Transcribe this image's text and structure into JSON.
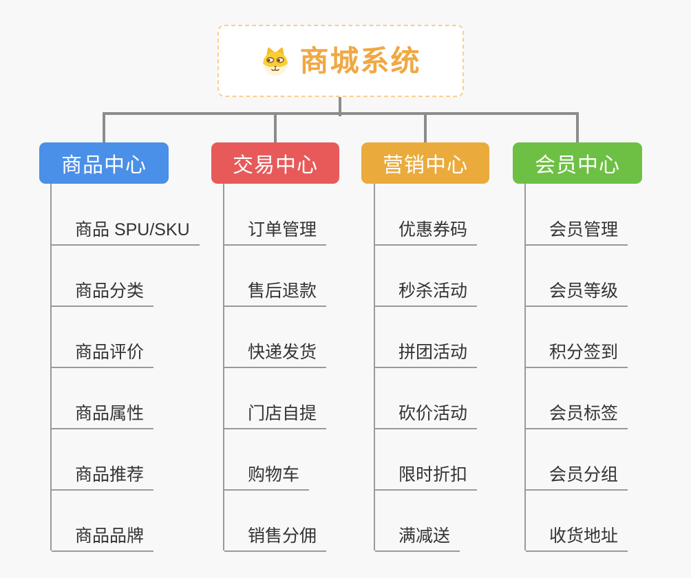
{
  "page": {
    "background": "#F8F8F8"
  },
  "root": {
    "title": "商城系统",
    "title_color": "#F0A843",
    "border_color": "#F7CF8F",
    "icon": "dog-face-icon"
  },
  "connectors": {
    "tree_line_color": "#8C8C8C",
    "leaf_line_color": "#999999"
  },
  "branches": [
    {
      "id": "product-center",
      "label": "商品中心",
      "color": "#4A8FE8",
      "items": [
        "商品 SPU/SKU",
        "商品分类",
        "商品评价",
        "商品属性",
        "商品推荐",
        "商品品牌"
      ]
    },
    {
      "id": "trade-center",
      "label": "交易中心",
      "color": "#E85A5A",
      "items": [
        "订单管理",
        "售后退款",
        "快递发货",
        "门店自提",
        "购物车",
        "销售分佣"
      ]
    },
    {
      "id": "marketing-center",
      "label": "营销中心",
      "color": "#EAAB3C",
      "items": [
        "优惠券码",
        "秒杀活动",
        "拼团活动",
        "砍价活动",
        "限时折扣",
        "满减送"
      ]
    },
    {
      "id": "member-center",
      "label": "会员中心",
      "color": "#6DC044",
      "items": [
        "会员管理",
        "会员等级",
        "积分签到",
        "会员标签",
        "会员分组",
        "收货地址"
      ]
    }
  ]
}
